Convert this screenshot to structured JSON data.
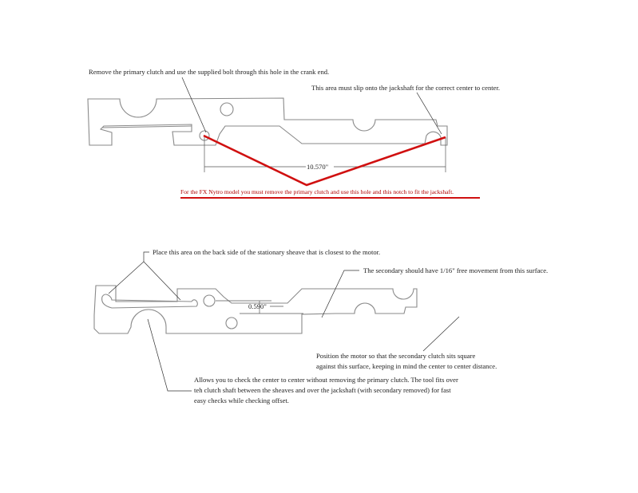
{
  "top_figure": {
    "note_crank_hole": "Remove the primary clutch and use the supplied bolt through this hole in the crank end.",
    "note_jackshaft": "This area must slip onto the jackshaft for the correct center to center.",
    "dimension": "10.570\"",
    "note_fx_nytro": "For the FX Nytro model you must remove the primary clutch and use this hole and this notch to fit the jackshaft.",
    "accent_color": "#d01010"
  },
  "bottom_figure": {
    "note_sheave": "Place this area on the back side of the stationary sheave that is closest to the motor.",
    "note_free_movement": "The secondary should have 1/16\" free movement from this surface.",
    "dimension": "0.590\"",
    "note_position_lines": [
      "Position the motor so that the secondary clutch sits square",
      "against this surface, keeping in mind the center to center distance."
    ],
    "note_check_lines": [
      "Allows you to check the center to center without removing the primary clutch.  The tool fits over",
      "teh clutch shaft between the sheaves and over the jackshaft (with secondary removed) for fast",
      "easy checks while checking offset."
    ]
  }
}
